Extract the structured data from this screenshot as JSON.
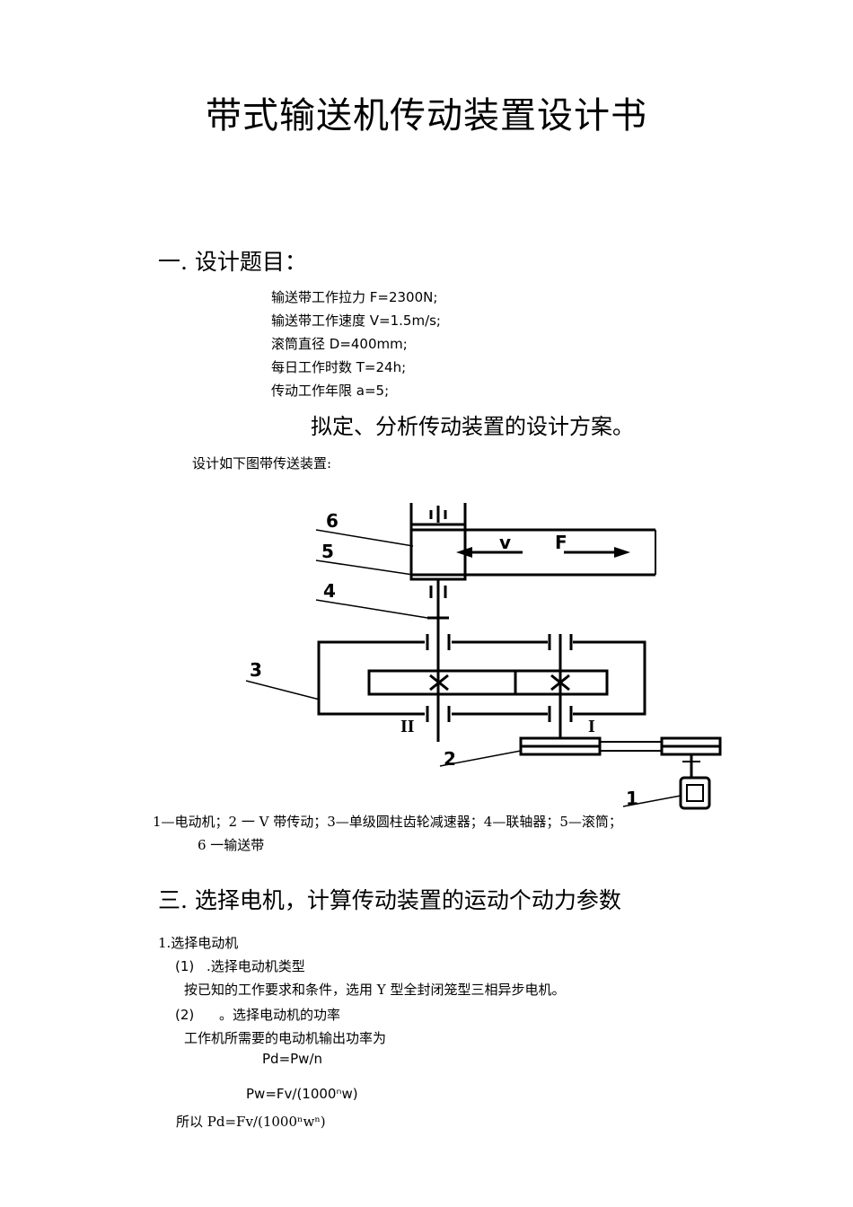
{
  "title": "带式输送机传动装置设计书",
  "section1": {
    "heading": "一. 设计题目：",
    "requirements": [
      "输送带工作拉力 F=2300N;",
      "输送带工作速度 V=1.5m/s;",
      "滚筒直径 D=400mm;",
      "每日工作时数 T=24h;",
      "传动工作年限 a=5;"
    ]
  },
  "section2": {
    "heading": "拟定、分析传动装置的设计方案。",
    "intro": "设计如下图带传送装置:"
  },
  "diagram": {
    "labels": {
      "n1": "1",
      "n2": "2",
      "n3": "3",
      "n4": "4",
      "n5": "5",
      "n6": "6",
      "shaft1": "I",
      "shaft2": "II",
      "v": "v",
      "f": "F"
    },
    "caption_line1": "1—电动机；2 一 V 带传动；3—单级圆柱齿轮减速器；4—联轴器；5—滚筒；",
    "caption_line2": "6 一输送带"
  },
  "section3": {
    "heading": "三. 选择电机，计算传动装置的运动个动力参数",
    "sub1": "1.选择电动机",
    "item1_num": "(1)",
    "item1_title": ".选择电动机类型",
    "item1_text": "按已知的工作要求和条件，选用 Y 型全封闭笼型三相异步电机。",
    "item2_num": "(2)",
    "item2_title": "。选择电动机的功率",
    "item2_text": "工作机所需要的电动机输出功率为",
    "formula1": "Pd=Pw/n",
    "formula2": "Pw=Fv/(1000ⁿw)",
    "formula3": "所以 Pd=Fv/(1000ⁿwⁿ)"
  }
}
